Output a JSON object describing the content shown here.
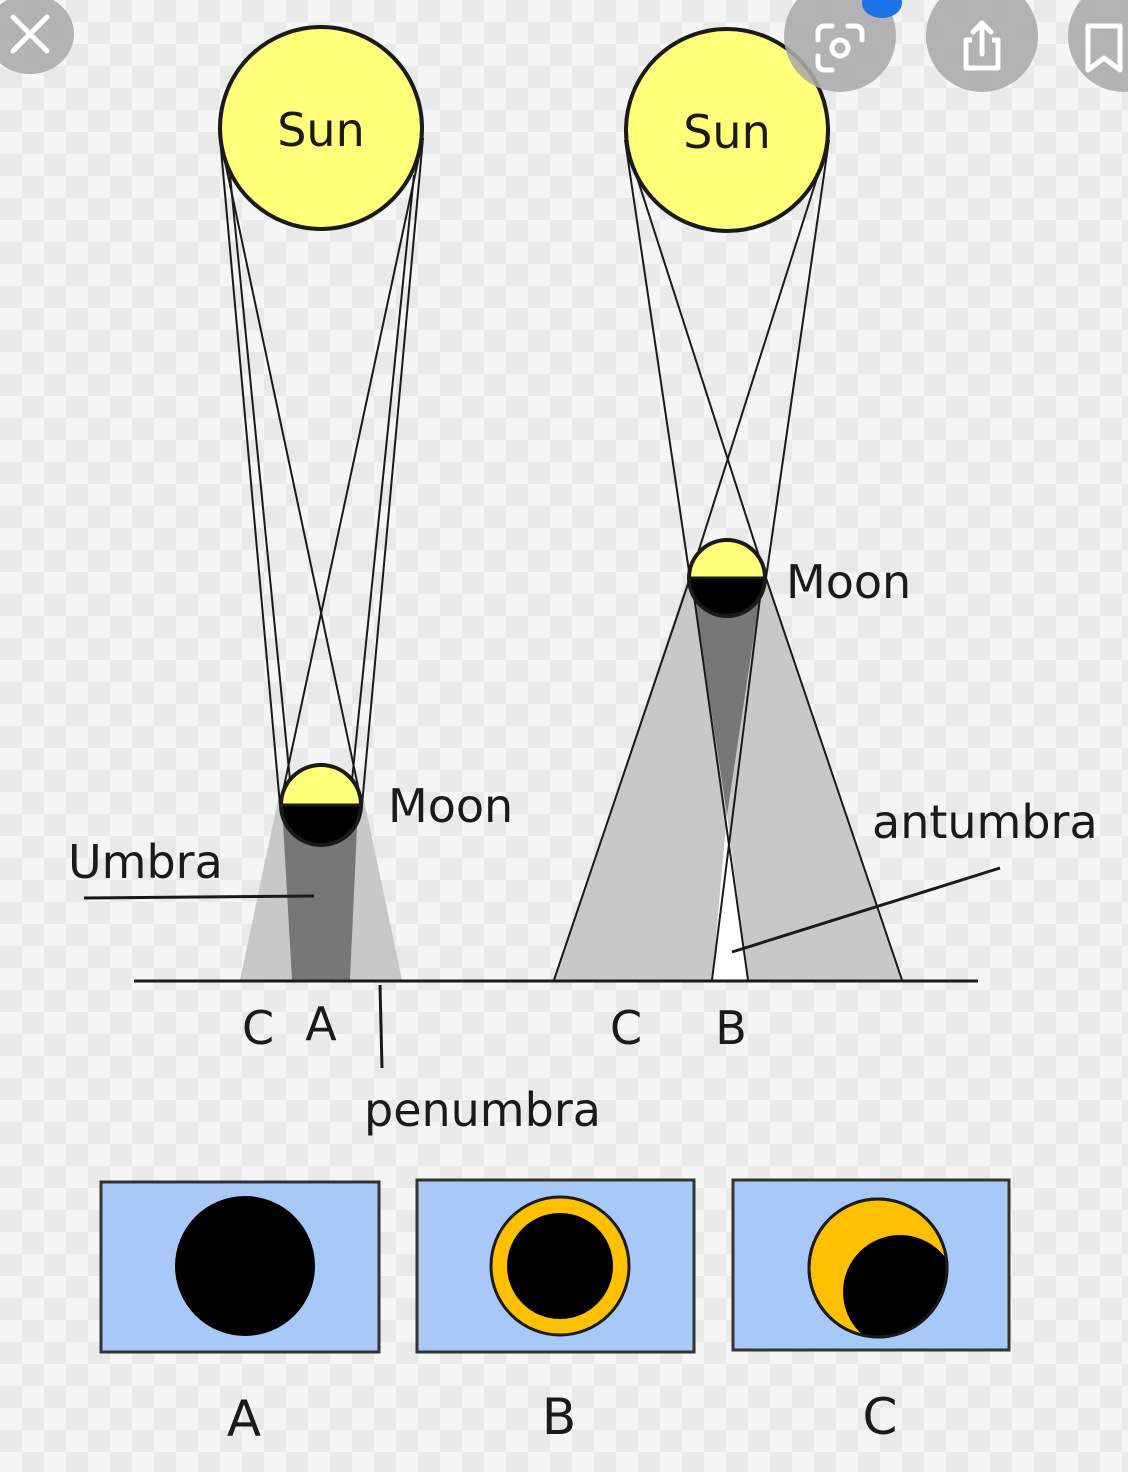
{
  "left_scene": {
    "sun_label": "Sun",
    "moon_label": "Moon",
    "umbra_label": "Umbra",
    "penumbra_label": "penumbra",
    "ground_labels": [
      "C",
      "A"
    ]
  },
  "right_scene": {
    "sun_label": "Sun",
    "moon_label": "Moon",
    "antumbra_label": "antumbra",
    "ground_labels": [
      "C",
      "B"
    ]
  },
  "eclipse_views": [
    {
      "label": "A",
      "type": "total"
    },
    {
      "label": "B",
      "type": "annular"
    },
    {
      "label": "C",
      "type": "partial"
    }
  ],
  "colors": {
    "sun": "#ffff7a",
    "moon_light": "#ffff7a",
    "moon_dark": "#000000",
    "umbra": "#777777",
    "penumbra": "#c8c8c8",
    "sky": "#a8c8f8",
    "corona": "#ffc000",
    "lines": "#1a1a1a"
  },
  "controls": {
    "close_icon": "close-icon",
    "lens_icon": "lens-icon",
    "share_icon": "share-icon",
    "bookmark_icon": "bookmark-icon"
  }
}
